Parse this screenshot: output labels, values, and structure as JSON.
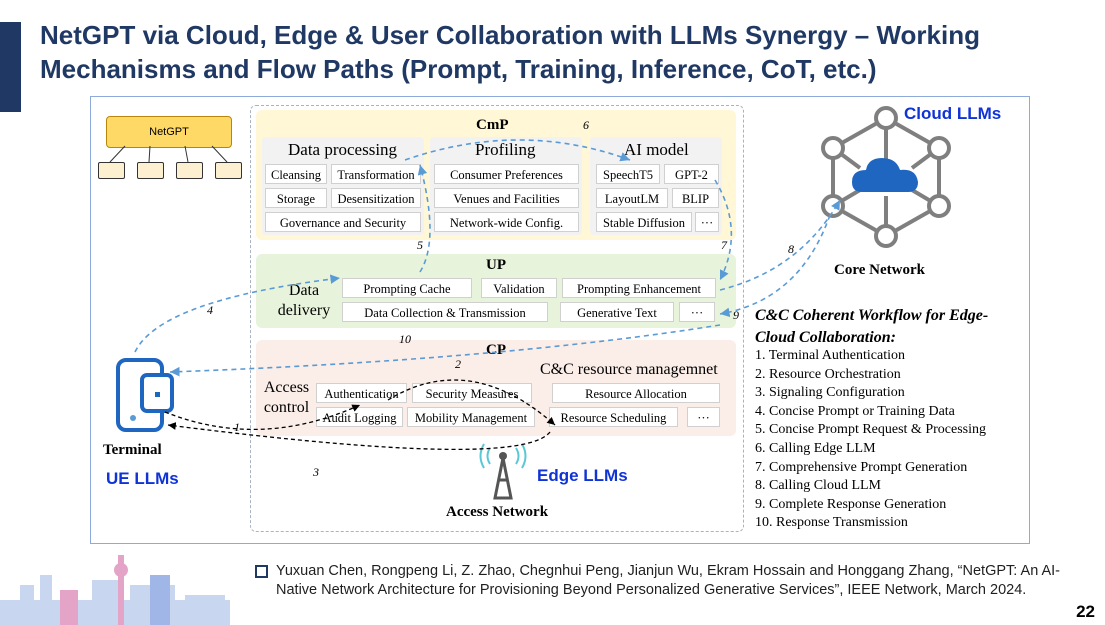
{
  "slide": {
    "title": "NetGPT via Cloud, Edge & User Collaboration with LLMs Synergy – Working Mechanisms and Flow Paths (Prompt, Training, Inference, CoT, etc.)",
    "page_number": "22"
  },
  "tree": {
    "root": "NetGPT"
  },
  "cmp": {
    "title": "CmP",
    "data_processing": {
      "heading": "Data processing",
      "items": [
        "Cleansing",
        "Transformation",
        "Storage",
        "Desensitization",
        "Governance and Security"
      ]
    },
    "profiling": {
      "heading": "Profiling",
      "items": [
        "Consumer Preferences",
        "Venues and Facilities",
        "Network-wide Config."
      ]
    },
    "ai_model": {
      "heading": "AI model",
      "items": [
        "SpeechT5",
        "GPT-2",
        "LayoutLM",
        "BLIP",
        "Stable Diffusion",
        "···"
      ]
    }
  },
  "up": {
    "title": "UP",
    "side_label": "Data delivery",
    "items": [
      "Prompting Cache",
      "Validation",
      "Prompting Enhancement",
      "Data Collection & Transmission",
      "Generative Text",
      "···"
    ]
  },
  "cp": {
    "title": "CP",
    "access_label": "Access control",
    "access_items": [
      "Authentication",
      "Security Measures",
      "Audit Logging",
      "Mobility Management"
    ],
    "resource_heading": "C&C resource managemnet",
    "resource_items": [
      "Resource Allocation",
      "Resource Scheduling",
      "···"
    ]
  },
  "nodes": {
    "cloud_llms": "Cloud LLMs",
    "core_network": "Core Network",
    "terminal": "Terminal",
    "ue_llms": "UE LLMs",
    "edge_llms": "Edge LLMs",
    "access_network": "Access Network"
  },
  "flow_numbers": [
    "1",
    "2",
    "3",
    "4",
    "5",
    "6",
    "7",
    "8",
    "9",
    "10"
  ],
  "workflow": {
    "title": "C&C Coherent Workflow for Edge-Cloud Collaboration:",
    "steps": [
      "1. Terminal Authentication",
      "2. Resource Orchestration",
      "3. Signaling Configuration",
      "4. Concise Prompt or Training Data",
      "5. Concise Prompt Request & Processing",
      "6. Calling Edge LLM",
      "7. Comprehensive Prompt Generation",
      "8. Calling Cloud LLM",
      "9. Complete Response Generation",
      "10. Response Transmission"
    ]
  },
  "citation": "Yuxuan Chen, Rongpeng Li, Z. Zhao, Chegnhui Peng, Jianjun Wu, Ekram Hossain and Honggang Zhang, “NetGPT: An AI-Native Network Architecture for Provisioning Beyond Personalized Generative Services”, IEEE Network, March 2024.",
  "colors": {
    "title": "#1f3864",
    "accent_blue": "#1033d6",
    "cmp_bg": "#fff7d6",
    "up_bg": "#e8f3dc",
    "cp_bg": "#fbeee8",
    "flow_arrow": "#5b9bd5"
  }
}
